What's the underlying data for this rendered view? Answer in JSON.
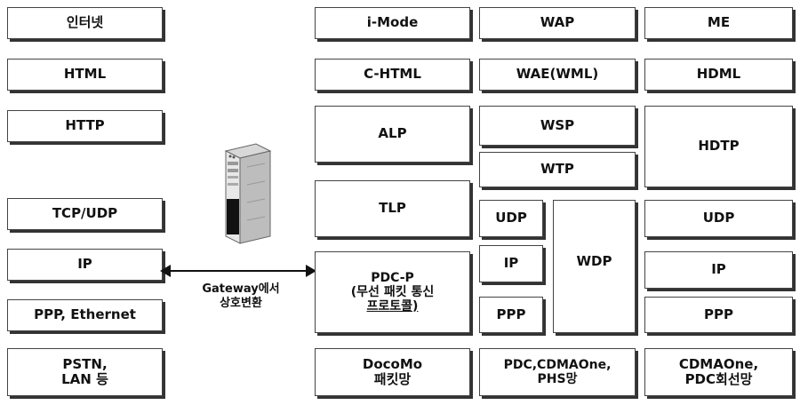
{
  "internet": {
    "internet": "인터넷",
    "html": "HTML",
    "http": "HTTP",
    "tcp_udp": "TCP/UDP",
    "ip": "IP",
    "ppp_ethernet": "PPP, Ethernet",
    "pstn_line1": "PSTN,",
    "pstn_line2": "LAN 등"
  },
  "gateway": {
    "line1": "Gateway에서",
    "line2": "상호변환"
  },
  "imode": {
    "title": "i-Mode",
    "chtml": "C-HTML",
    "alp": "ALP",
    "tlp": "TLP",
    "pdcp_line1": "PDC-P",
    "pdcp_line2": "(무선 패킷 통신",
    "pdcp_line3": "프로토콜)",
    "docomo_line1": "DocoMo",
    "docomo_line2": "패킷망"
  },
  "wap": {
    "title": "WAP",
    "wae": "WAE(WML)",
    "wsp": "WSP",
    "wtp": "WTP",
    "udp": "UDP",
    "ip": "IP",
    "ppp": "PPP",
    "wdp": "WDP",
    "net_line1": "PDC,CDMAOne,",
    "net_line2": "PHS망"
  },
  "me": {
    "title": "ME",
    "hdml": "HDML",
    "hdtp": "HDTP",
    "udp": "UDP",
    "ip": "IP",
    "ppp": "PPP",
    "net_line1": "CDMAOne,",
    "net_line2": "PDC회선망"
  }
}
